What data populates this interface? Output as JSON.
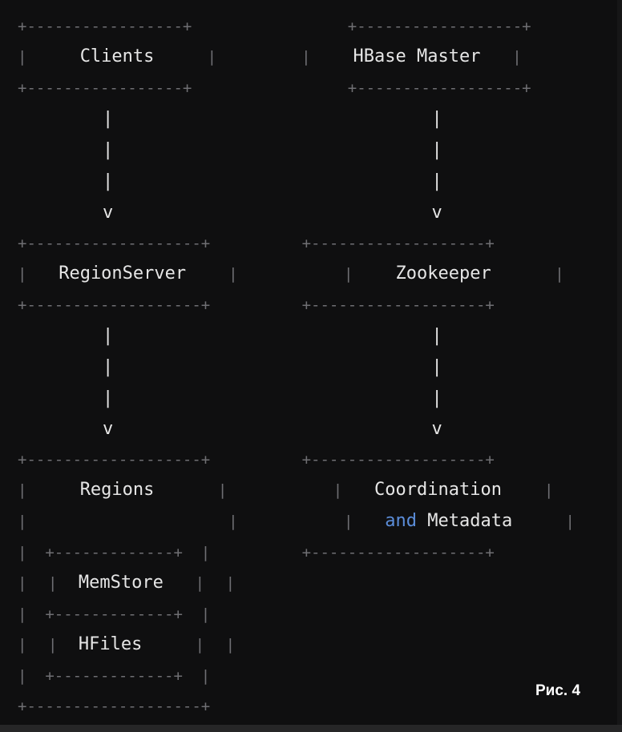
{
  "nodes": {
    "clients": "Clients",
    "hbase_master": "HBase Master",
    "region_server": "RegionServer",
    "zookeeper": "Zookeeper",
    "regions": "Regions",
    "memstore": "MemStore",
    "hfiles": "HFiles",
    "coordination_line1": "Coordination",
    "coordination_and": "and",
    "coordination_metadata": "Metadata"
  },
  "figure_label": "Рис. 4",
  "colors": {
    "background": "#0f0f10",
    "text": "#e6e6e6",
    "border": "#6f6f73",
    "keyword": "#5b8dd9"
  },
  "edges": [
    {
      "from": "Clients",
      "to": "RegionServer"
    },
    {
      "from": "HBase Master",
      "to": "Zookeeper"
    },
    {
      "from": "RegionServer",
      "to": "Regions"
    },
    {
      "from": "Zookeeper",
      "to": "Coordination and Metadata"
    }
  ]
}
